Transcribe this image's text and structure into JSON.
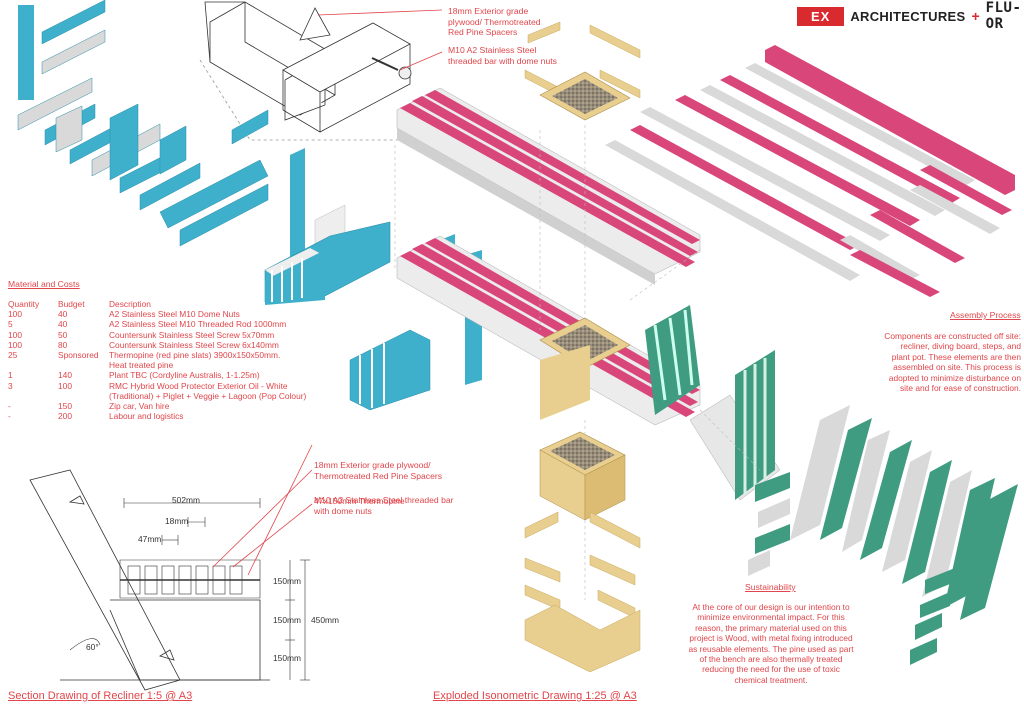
{
  "logo": {
    "ex": "EX",
    "architectures": "ARCHITECTURES",
    "plus": "+",
    "fluor": "FLU-OR"
  },
  "detail_callouts": {
    "plywood": "18mm Exterior grade plywood/ Thermotreated Red Pine Spacers",
    "threaded_bar": "M10 A2 Stainless Steel threaded bar with dome nuts"
  },
  "materials": {
    "title": "Material and Costs",
    "headers": [
      "Quantity",
      "Budget",
      "Description"
    ],
    "rows": [
      [
        "100",
        "40",
        "A2 Stainless Steel M10 Dome Nuts"
      ],
      [
        "5",
        "40",
        "A2 Stainless Steel M10 Threaded Rod 1000mm"
      ],
      [
        "100",
        "50",
        "Countersunk Stainless Steel Screw 5x70mm"
      ],
      [
        "100",
        "80",
        "Countersunk Stainless Steel Screw 6x140mm"
      ],
      [
        "25",
        "Sponsored",
        "Thermopine (red pine slats) 3900x150x50mm."
      ],
      [
        "",
        "",
        "Heat treated  pine"
      ],
      [
        "1",
        "140",
        "Plant TBC (Cordyline Australis, 1-1.25m)"
      ],
      [
        "3",
        "100",
        "RMC Hybrid Wood Protector Exterior Oil - White"
      ],
      [
        "",
        "",
        "(Traditional) + Piglet + Veggie + Lagoon (Pop Colour)"
      ],
      [
        "-",
        "150",
        "Zip car, Van hire"
      ],
      [
        "-",
        "200",
        "Labour and logistics"
      ]
    ]
  },
  "section": {
    "callout_plywood": "18mm Exterior grade plywood/ Thermotreated Red Pine Spacers",
    "callout_thermopine": "47x150mm Thermopine",
    "callout_bar": "M10 A2 Stainless Steel threaded bar with dome nuts",
    "dim_502": "502mm",
    "dim_18": "18mm",
    "dim_47": "47mm",
    "dim_150a": "150mm",
    "dim_150b": "150mm",
    "dim_150c": "150mm",
    "dim_450": "450mm",
    "angle": "60°",
    "caption": "Section Drawing of Recliner 1:5 @ A3"
  },
  "assembly": {
    "title": "Assembly Process",
    "body": "Components are constructed off site: recliner, diving board, steps, and plant pot. These elements are then assembled on site. This process is adopted to minimize disturbance on site and for ease of construction."
  },
  "sustainability": {
    "title": "Sustainability",
    "body": "At the core of our design is our intention to minimize environmental impact. For this reason, the primary material used on this project is Wood, with metal fixing introduced as reusable elements. The pine used as part of the bench are also thermally treated reducing the need for the use of toxic chemical treatment."
  },
  "exploded_caption": "Exploded Isonometric Drawing 1:25 @ A3",
  "colors": {
    "accent_red": "#e0464b",
    "pink": "#d9467a",
    "blue": "#3fb0cc",
    "green": "#3f9c80",
    "wood": "#e9cf8f",
    "grey": "#d9d9d9"
  }
}
